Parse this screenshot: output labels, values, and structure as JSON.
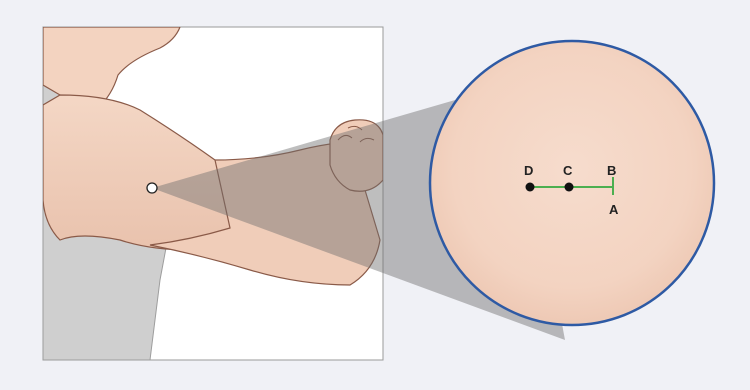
{
  "diagram": {
    "points": [
      {
        "id": "D",
        "label": "D"
      },
      {
        "id": "C",
        "label": "C"
      },
      {
        "id": "B",
        "label": "B"
      },
      {
        "id": "A",
        "label": "A"
      }
    ],
    "colors": {
      "background": "#f0f1f6",
      "skin": "#f2d2bd",
      "skin_outline": "#8a5a48",
      "shirt": "#c8c8c8",
      "magnifier_border": "#2e5aa4",
      "magnifier_fill": "#f4d6c7",
      "projection": "#7a7a7a",
      "measure_line": "#4caf50",
      "point": "#111111"
    },
    "icons": {
      "injection_site": "circle-marker-icon"
    }
  }
}
